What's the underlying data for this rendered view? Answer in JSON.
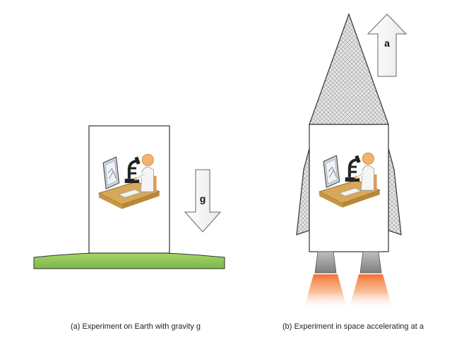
{
  "panel_a": {
    "caption": "(a)  Experiment on Earth with gravity g",
    "arrow_label": "g",
    "arrow_direction": "down",
    "ground_color": "#8fc35a"
  },
  "panel_b": {
    "caption": "(b)  Experiment in space accelerating at a",
    "arrow_label": "a",
    "arrow_direction": "up",
    "exhaust_color": "#f07a3a"
  },
  "icons": [
    "scientist-icon",
    "microscope-icon",
    "monitor-icon"
  ]
}
